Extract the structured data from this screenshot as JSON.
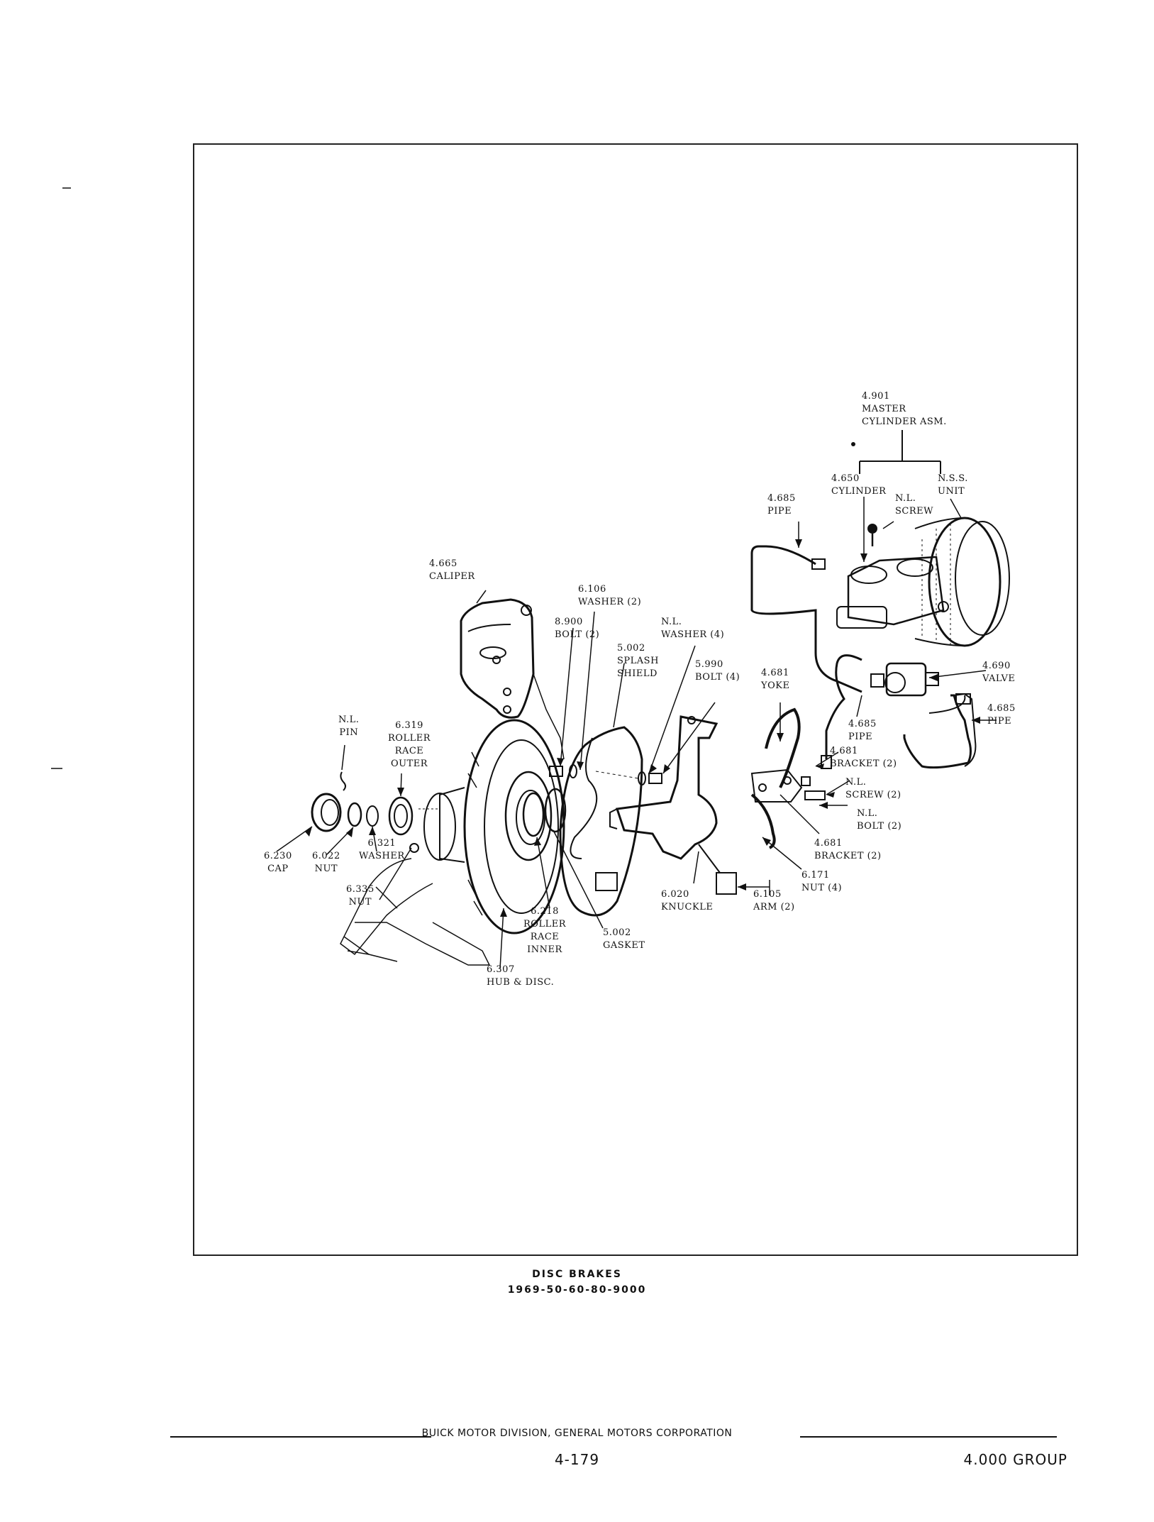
{
  "diagram": {
    "caption_title": "DISC BRAKES",
    "caption_models": "1969-50-60-80-9000",
    "labels": {
      "master_cyl": "4.901\nMASTER\nCYLINDER ASM.",
      "cylinder": "4.650\nCYLINDER",
      "nss_unit": "N.S.S.\nUNIT",
      "nl_screw_top": "N.L.\nSCREW",
      "pipe_top": "4.685\nPIPE",
      "caliper": "4.665\nCALIPER",
      "washer_2": "6.106\nWASHER (2)",
      "bolt_2": "8.900\nBOLT (2)",
      "nl_washer_4": "N.L.\nWASHER (4)",
      "splash_shield": "5.002\nSPLASH\nSHIELD",
      "bolt_4": "5.990\nBOLT (4)",
      "yoke": "4.681\nYOKE",
      "valve": "4.690\nVALVE",
      "pipe_mid": "4.685\nPIPE",
      "pipe_right": "4.685\nPIPE",
      "bracket_2a": "4.681\nBRACKET (2)",
      "nl_screw_2": "N.L.\nSCREW (2)",
      "nl_bolt_2": "N.L.\nBOLT (2)",
      "bracket_2b": "4.681\nBRACKET (2)",
      "nut_4": "6.171\nNUT (4)",
      "arm_2": "6.105\nARM (2)",
      "knuckle": "6.020\nKNUCKLE",
      "gasket": "5.002\nGASKET",
      "roller_inner": "6.218\nROLLER\nRACE\nINNER",
      "hub_disc": "6.307\nHUB & DISC.",
      "nut_335": "6.335\nNUT",
      "washer_321": "6.321\nWASHER",
      "nut_022": "6.022\nNUT",
      "cap": "6.230\nCAP",
      "nl_pin": "N.L.\nPIN",
      "roller_outer": "6.319\nROLLER\nRACE\nOUTER"
    }
  },
  "footer": {
    "division": "BUICK MOTOR DIVISION, GENERAL MOTORS CORPORATION",
    "page": "4-179",
    "group": "4.000 GROUP"
  }
}
